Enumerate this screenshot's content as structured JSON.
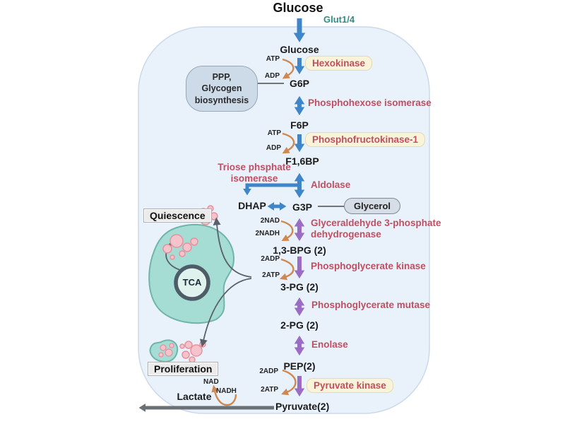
{
  "extracellular": {
    "glucose": "Glucose",
    "transporter": "Glut1/4"
  },
  "pathway": {
    "glucose": "Glucose",
    "g6p": "G6P",
    "f6p": "F6P",
    "f16bp": "F1,6BP",
    "dhap": "DHAP",
    "g3p": "G3P",
    "bpg13": "1,3-BPG (2)",
    "pg3": "3-PG (2)",
    "pg2": "2-PG (2)",
    "pep": "PEP(2)",
    "pyruvate": "Pyruvate(2)",
    "lactate": "Lactate"
  },
  "enzymes": {
    "hexokinase": "Hexokinase",
    "phosphohexose_isomerase": "Phosphohexose isomerase",
    "pfk1": "Phosphofructokinase-1",
    "triose_phosphate_isomerase": "Triose phsphate\nisomerase",
    "aldolase": "Aldolase",
    "gapdh": "Glyceraldehyde 3-phosphate\ndehydrogenase",
    "pgk": "Phosphoglycerate kinase",
    "pgm": "Phosphoglycerate mutase",
    "enolase": "Enolase",
    "pyruvate_kinase": "Pyruvate kinase"
  },
  "cofactors": {
    "hexokinase": {
      "in": "ATP",
      "out": "ADP"
    },
    "pfk1": {
      "in": "ATP",
      "out": "ADP"
    },
    "gapdh": {
      "in": "2NAD",
      "out": "2NADH"
    },
    "pgk": {
      "in": "2ADP",
      "out": "2ATP"
    },
    "pyruvate_kinase": {
      "in": "2ADP",
      "out": "2ATP"
    },
    "lactate_step": {
      "nad": "NAD",
      "nadh": "NADH"
    }
  },
  "side": {
    "ppp": "PPP,\nGlycogen\nbiosynthesis",
    "glycerol": "Glycerol",
    "quiescence": "Quiescence",
    "proliferation": "Proliferation",
    "tca": "TCA"
  },
  "colors": {
    "arrow_blue": "#3f86c8",
    "arrow_purple": "#9a6cc4",
    "arrow_orange": "#cf8950",
    "arrow_gray": "#6b7077",
    "enzyme_text_red": "#c04f62",
    "enzyme_box_bg": "#f8f3d9",
    "transporter_teal": "#2e9184",
    "cell_fill": "#e9f1fa",
    "cell_border": "#ccd9e8",
    "organelle_teal": "#a5dcd3",
    "tca_ring": "#4d5d68",
    "droplet_pink": "#f5c3cb"
  }
}
